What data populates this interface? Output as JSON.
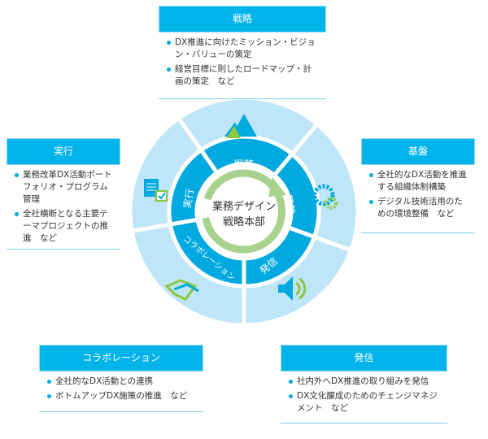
{
  "center": {
    "line1": "業務デザイン",
    "line2": "戦略本部"
  },
  "ring_labels": {
    "strategy": "戦略",
    "foundation": "基盤",
    "communication": "発信",
    "collaboration": "コラボレーション",
    "execution": "実行"
  },
  "boxes": {
    "strategy": {
      "title": "戦略",
      "items": [
        "DX推進に向けたミッション・ビジョン・バリューの策定",
        "経営目標に則したロードマップ・計画の策定　など"
      ]
    },
    "foundation": {
      "title": "基盤",
      "items": [
        "全社的なDX活動を推進する組織体制構築",
        "デジタル技術活用のための環境整備　など"
      ]
    },
    "execution": {
      "title": "実行",
      "items": [
        "業務改革DX活動ポートフォリオ・プログラム管理",
        "全社横断となる主要テーマプロジェクトの推進　など"
      ]
    },
    "collaboration": {
      "title": "コラボレーション",
      "items": [
        "全社的なDX活動との連携",
        "ボトムアップDX施策の推進　など"
      ]
    },
    "communication": {
      "title": "発信",
      "items": [
        "社内外へDX推進の取り組みを発信",
        "DX文化醸成のためのチェンジマネジメント　など"
      ]
    }
  },
  "colors": {
    "header": "#00b4ea",
    "outer": "#bfe6f8",
    "inner": "#00a9e0",
    "green": "#8dc63f"
  }
}
